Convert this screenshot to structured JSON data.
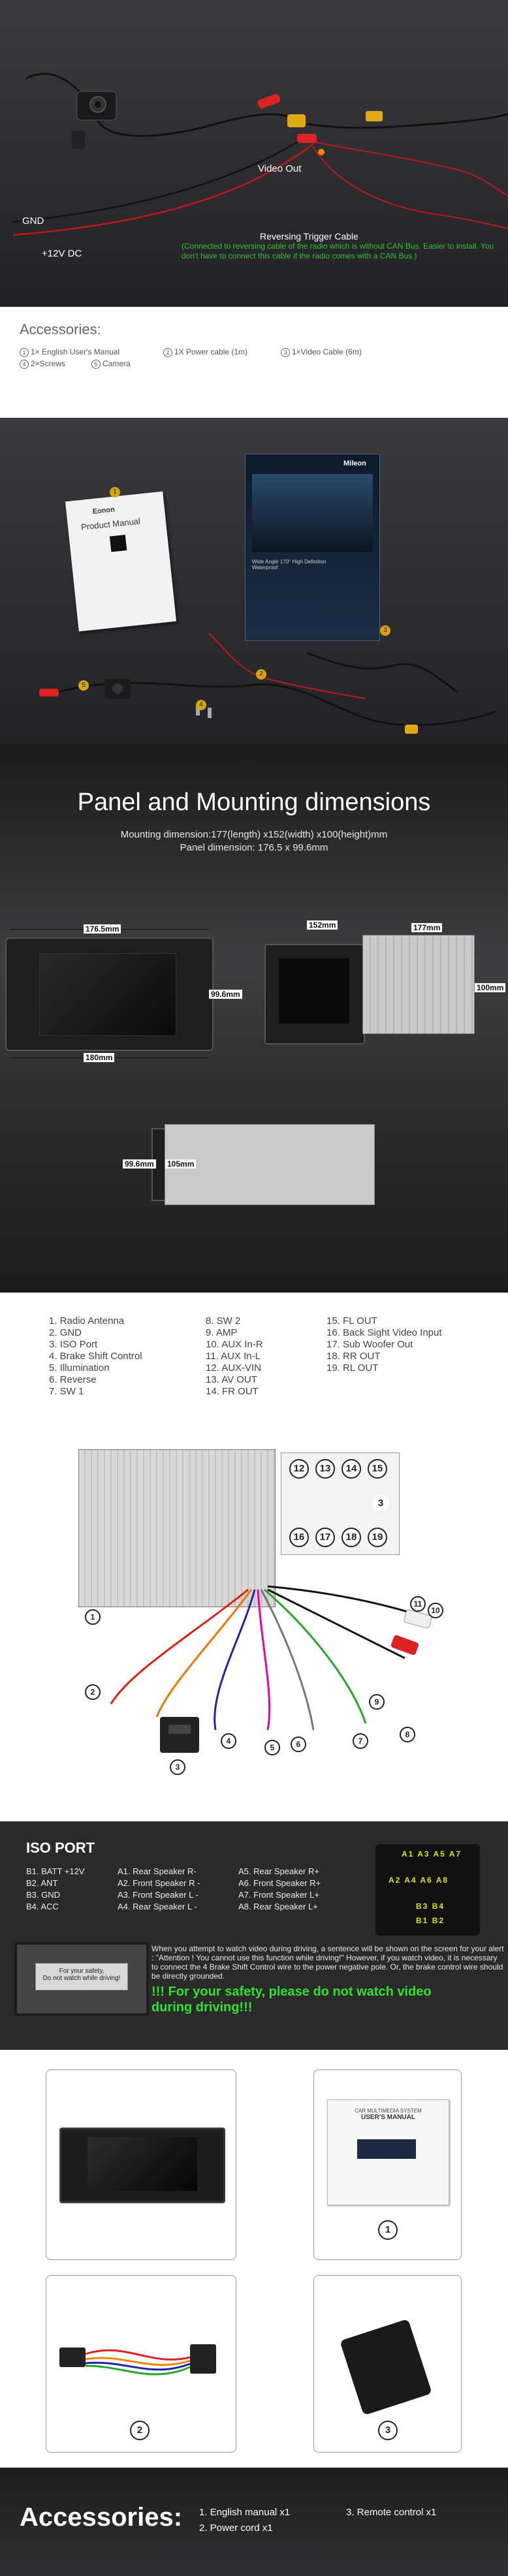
{
  "camera_section": {
    "video_out": "Video Out",
    "gnd": "GND",
    "v12": "+12V DC",
    "reversing": "Reversing Trigger Cable",
    "reversing_note": "(Connected to reversing cable of the radio which is without CAN Bus. Easier to install. You don't have to connect this cable if the radio comes with a CAN Bus.)"
  },
  "accessories_top": {
    "title": "Accessories:",
    "items": [
      "1× English User's Manual",
      "1X Power cable (1m)",
      "1×Video Cable (6m)",
      "2×Screws",
      "Camera"
    ],
    "nums": [
      "1",
      "2",
      "3",
      "4",
      "5"
    ]
  },
  "product_box": {
    "brand": "Mileon",
    "manual_brand": "Eonon",
    "manual_title": "Product Manual",
    "box_title": "Wide Angle 170° High Definition Waterproof"
  },
  "dims_section": {
    "title": "Panel and Mounting dimensions",
    "line1": "Mounting dimension:177(length) x152(width) x100(height)mm",
    "line2": "Panel dimension: 176.5 x 99.6mm",
    "d_176_5": "176.5mm",
    "d_99_6": "99.6mm",
    "d_180": "180mm",
    "d_152": "152mm",
    "d_177": "177mm",
    "d_100": "100mm",
    "d_99_6b": "99.6mm",
    "d_105": "105mm"
  },
  "ports": {
    "col1": [
      "1. Radio Antenna",
      "2. GND",
      "3. ISO Port",
      "4. Brake Shift Control",
      "5. Illumination",
      "6. Reverse",
      "7. SW 1"
    ],
    "col2": [
      "8.  SW 2",
      "9.  AMP",
      "10. AUX In-R",
      "11. AUX In-L",
      "12. AUX-VIN",
      "13. AV OUT",
      "14. FR OUT"
    ],
    "col3": [
      "15. FL OUT",
      "16. Back Sight Video Input",
      "17. Sub Woofer Out",
      "18. RR OUT",
      "19. RL OUT"
    ]
  },
  "wiring": {
    "top_nums": [
      "12",
      "13",
      "14",
      "15",
      "16",
      "17",
      "18",
      "19"
    ],
    "callouts": [
      "1",
      "2",
      "3",
      "4",
      "5",
      "6",
      "7",
      "8",
      "9",
      "10",
      "11"
    ],
    "three": "3"
  },
  "iso": {
    "title": "ISO PORT",
    "b_list": [
      "B1. BATT +12V",
      "B2. ANT",
      "B3. GND",
      "B4. ACC"
    ],
    "a_list": [
      "A1. Rear Speaker R-",
      "A2. Front Speaker R -",
      "A3. Front Speaker L -",
      "A4. Rear Speaker L -"
    ],
    "a_list2": [
      "A5. Rear Speaker R+",
      "A6. Front Speaker R+",
      "A7. Front Speaker L+",
      "A8. Rear Speaker L+"
    ],
    "conn_a_top": [
      "A1",
      "A3",
      "A5",
      "A7"
    ],
    "conn_a_bot": [
      "A2",
      "A4",
      "A6",
      "A8"
    ],
    "conn_b": [
      "B1",
      "B2",
      "B3",
      "B4"
    ],
    "screen_msg1": "For your safety,",
    "screen_msg2": "Do not watch while driving!",
    "warn_text": "When you attempt to watch video during driving, a sentence will be shown on the screen for your alert : \"Attention ! You cannot use this function while driving!\" However, if you watch video, it is necessary to connect the 4 Brake Shift Control wire to the power negative pole. Or, the brake control wire should be directly grounded.",
    "warn_big1": "!!! For your safety, please do not watch video",
    "warn_big2": "during driving!!!"
  },
  "products": {
    "n1": "1",
    "n2": "2",
    "n3": "3",
    "manual_head": "CAR MULTIMEDIA SYSTEM",
    "manual_sub": "USER'S MANUAL"
  },
  "footer": {
    "title": "Accessories:",
    "items": [
      "1. English manual x1",
      "2. Power cord x1",
      "3. Remote control x1"
    ]
  },
  "colors": {
    "green_text": "#2fc22f",
    "warn_green": "#2ee32e"
  }
}
